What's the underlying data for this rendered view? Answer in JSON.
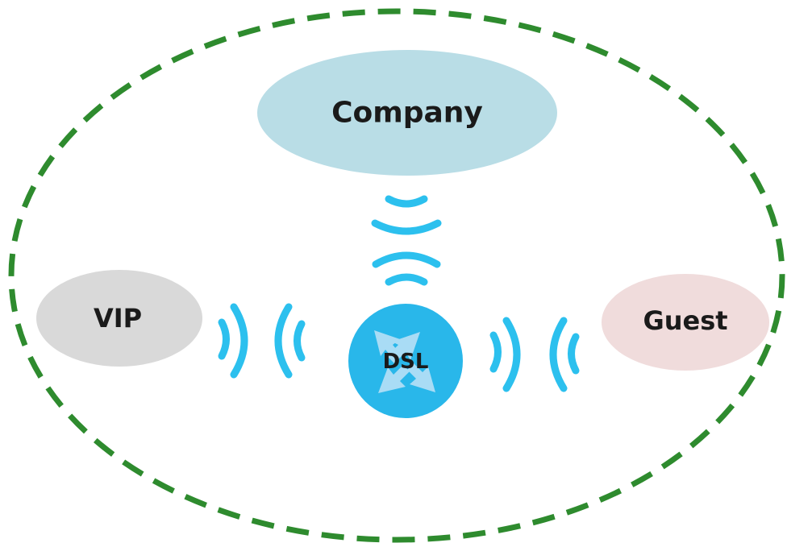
{
  "nodes": {
    "company": {
      "label": "Company",
      "color": "#b9dde6"
    },
    "vip": {
      "label": "VIP",
      "color": "#d9d9d9"
    },
    "guest": {
      "label": "Guest",
      "color": "#f0dcdc"
    },
    "dsl": {
      "label": "DSL",
      "color": "#29b7ea",
      "icon": "router-arrows-icon"
    }
  },
  "colors": {
    "boundary": "#2e8b2e",
    "signal": "#2cc0ee",
    "router_arrows": "#a9dcf5"
  }
}
